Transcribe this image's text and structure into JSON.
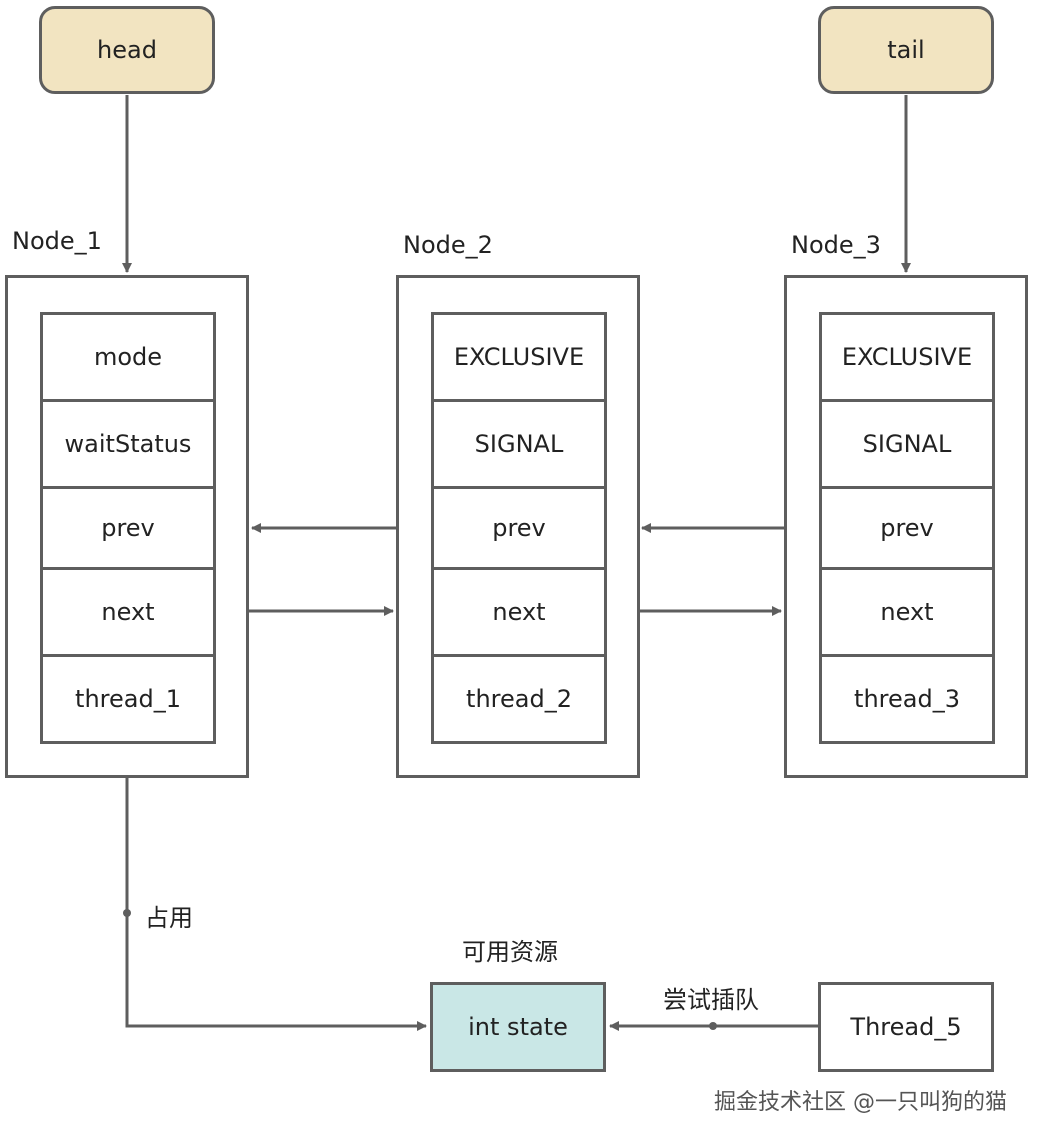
{
  "pointers": {
    "head": "head",
    "tail": "tail"
  },
  "nodes": [
    {
      "title": "Node_1",
      "fields": [
        "mode",
        "waitStatus",
        "prev",
        "next",
        "thread_1"
      ]
    },
    {
      "title": "Node_2",
      "fields": [
        "EXCLUSIVE",
        "SIGNAL",
        "prev",
        "next",
        "thread_2"
      ]
    },
    {
      "title": "Node_3",
      "fields": [
        "EXCLUSIVE",
        "SIGNAL",
        "prev",
        "next",
        "thread_3"
      ]
    }
  ],
  "resource": {
    "caption": "可用资源",
    "name": "int state"
  },
  "occupy_label": "占用",
  "contender": {
    "name": "Thread_5",
    "action": "尝试插队"
  },
  "watermark": "掘金技术社区 @一只叫狗的猫"
}
